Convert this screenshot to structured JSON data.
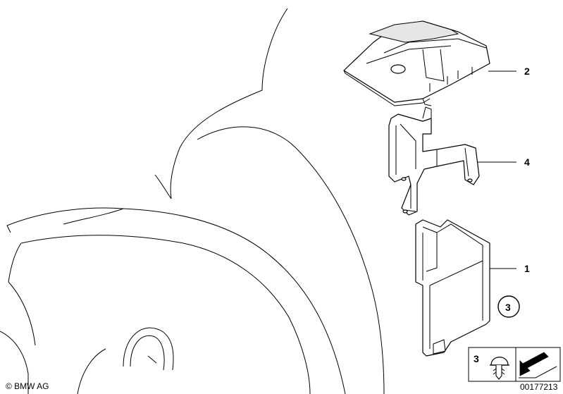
{
  "callouts": [
    {
      "id": "1",
      "label": "1"
    },
    {
      "id": "2",
      "label": "2"
    },
    {
      "id": "4",
      "label": "4"
    }
  ],
  "circled_callout": {
    "label": "3"
  },
  "legend": {
    "item_number": "3",
    "item_icon": "clip-rivet-icon",
    "arrow_icon": "direction-arrow-icon"
  },
  "footer": {
    "copyright": "© BMW AG",
    "image_number": "00177213"
  },
  "colors": {
    "line": "#000000",
    "background": "#ffffff",
    "shading": "#e6e6e6"
  }
}
